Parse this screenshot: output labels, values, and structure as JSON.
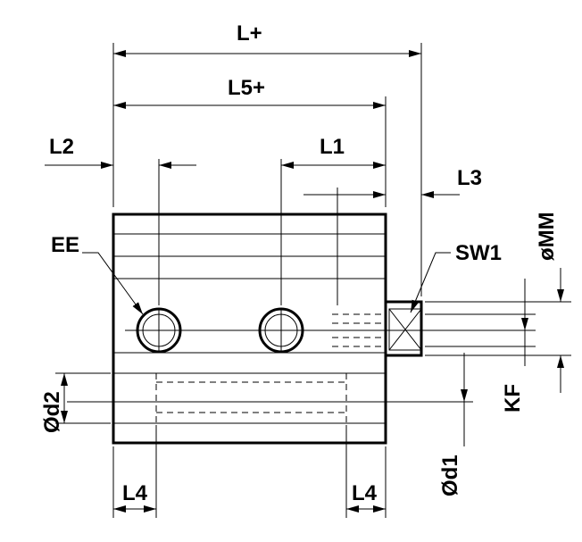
{
  "labels": {
    "L_plus": "L+",
    "L5_plus": "L5+",
    "L2": "L2",
    "L1": "L1",
    "L3": "L3",
    "EE": "EE",
    "SW1": "SW1",
    "oMM": "øMM",
    "Od2": "Ød2",
    "KF": "KF",
    "Od1": "Ød1",
    "L4_left": "L4",
    "L4_right": "L4"
  }
}
